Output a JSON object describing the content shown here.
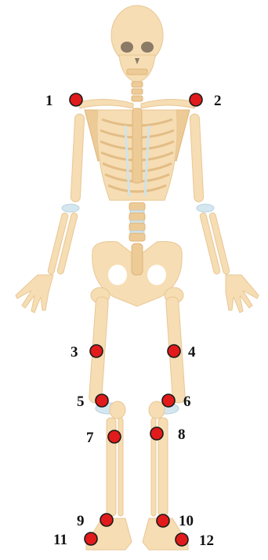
{
  "markers": [
    {
      "id": "1",
      "label": "1"
    },
    {
      "id": "2",
      "label": "2"
    },
    {
      "id": "3",
      "label": "3"
    },
    {
      "id": "4",
      "label": "4"
    },
    {
      "id": "5",
      "label": "5"
    },
    {
      "id": "6",
      "label": "6"
    },
    {
      "id": "7",
      "label": "7"
    },
    {
      "id": "8",
      "label": "8"
    },
    {
      "id": "9",
      "label": "9"
    },
    {
      "id": "10",
      "label": "10"
    },
    {
      "id": "11",
      "label": "11"
    },
    {
      "id": "12",
      "label": "12"
    }
  ],
  "colors": {
    "bone": "#f6ddb3",
    "bone_shadow": "#edcb96",
    "cartilage": "#d4e6ef",
    "marker": "#e11b1b",
    "label": "#111111"
  }
}
